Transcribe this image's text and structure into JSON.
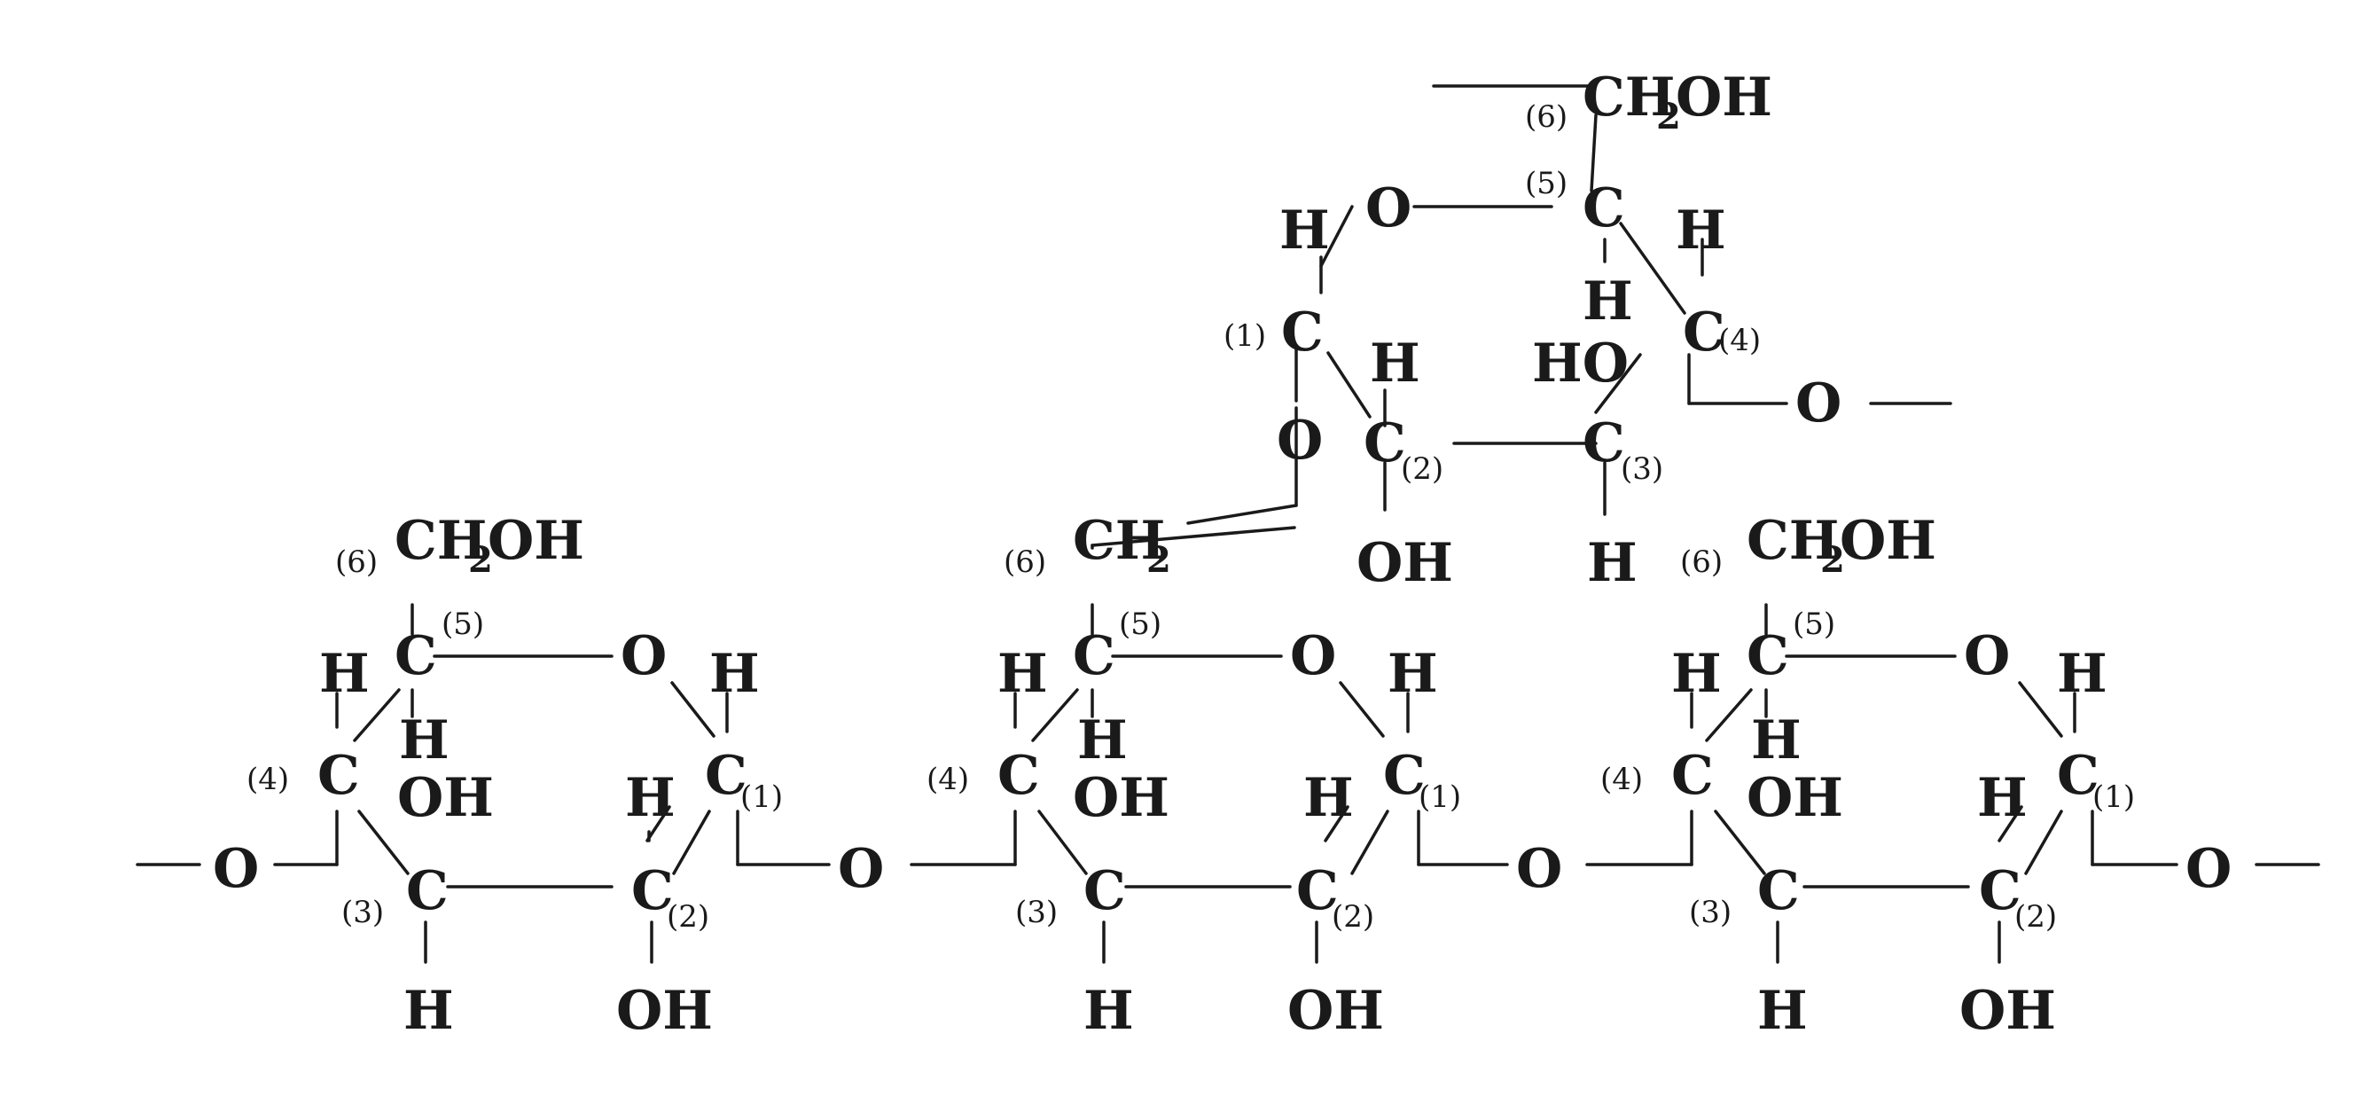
{
  "atoms": {
    "C": "C",
    "H": "H",
    "O": "O",
    "OH": "OH",
    "HO": "HO",
    "CH": "CH",
    "sub2": "2"
  },
  "positions": {
    "p1": "(1)",
    "p2": "(2)",
    "p3": "(3)",
    "p4": "(4)",
    "p5": "(5)",
    "p6": "(6)"
  }
}
